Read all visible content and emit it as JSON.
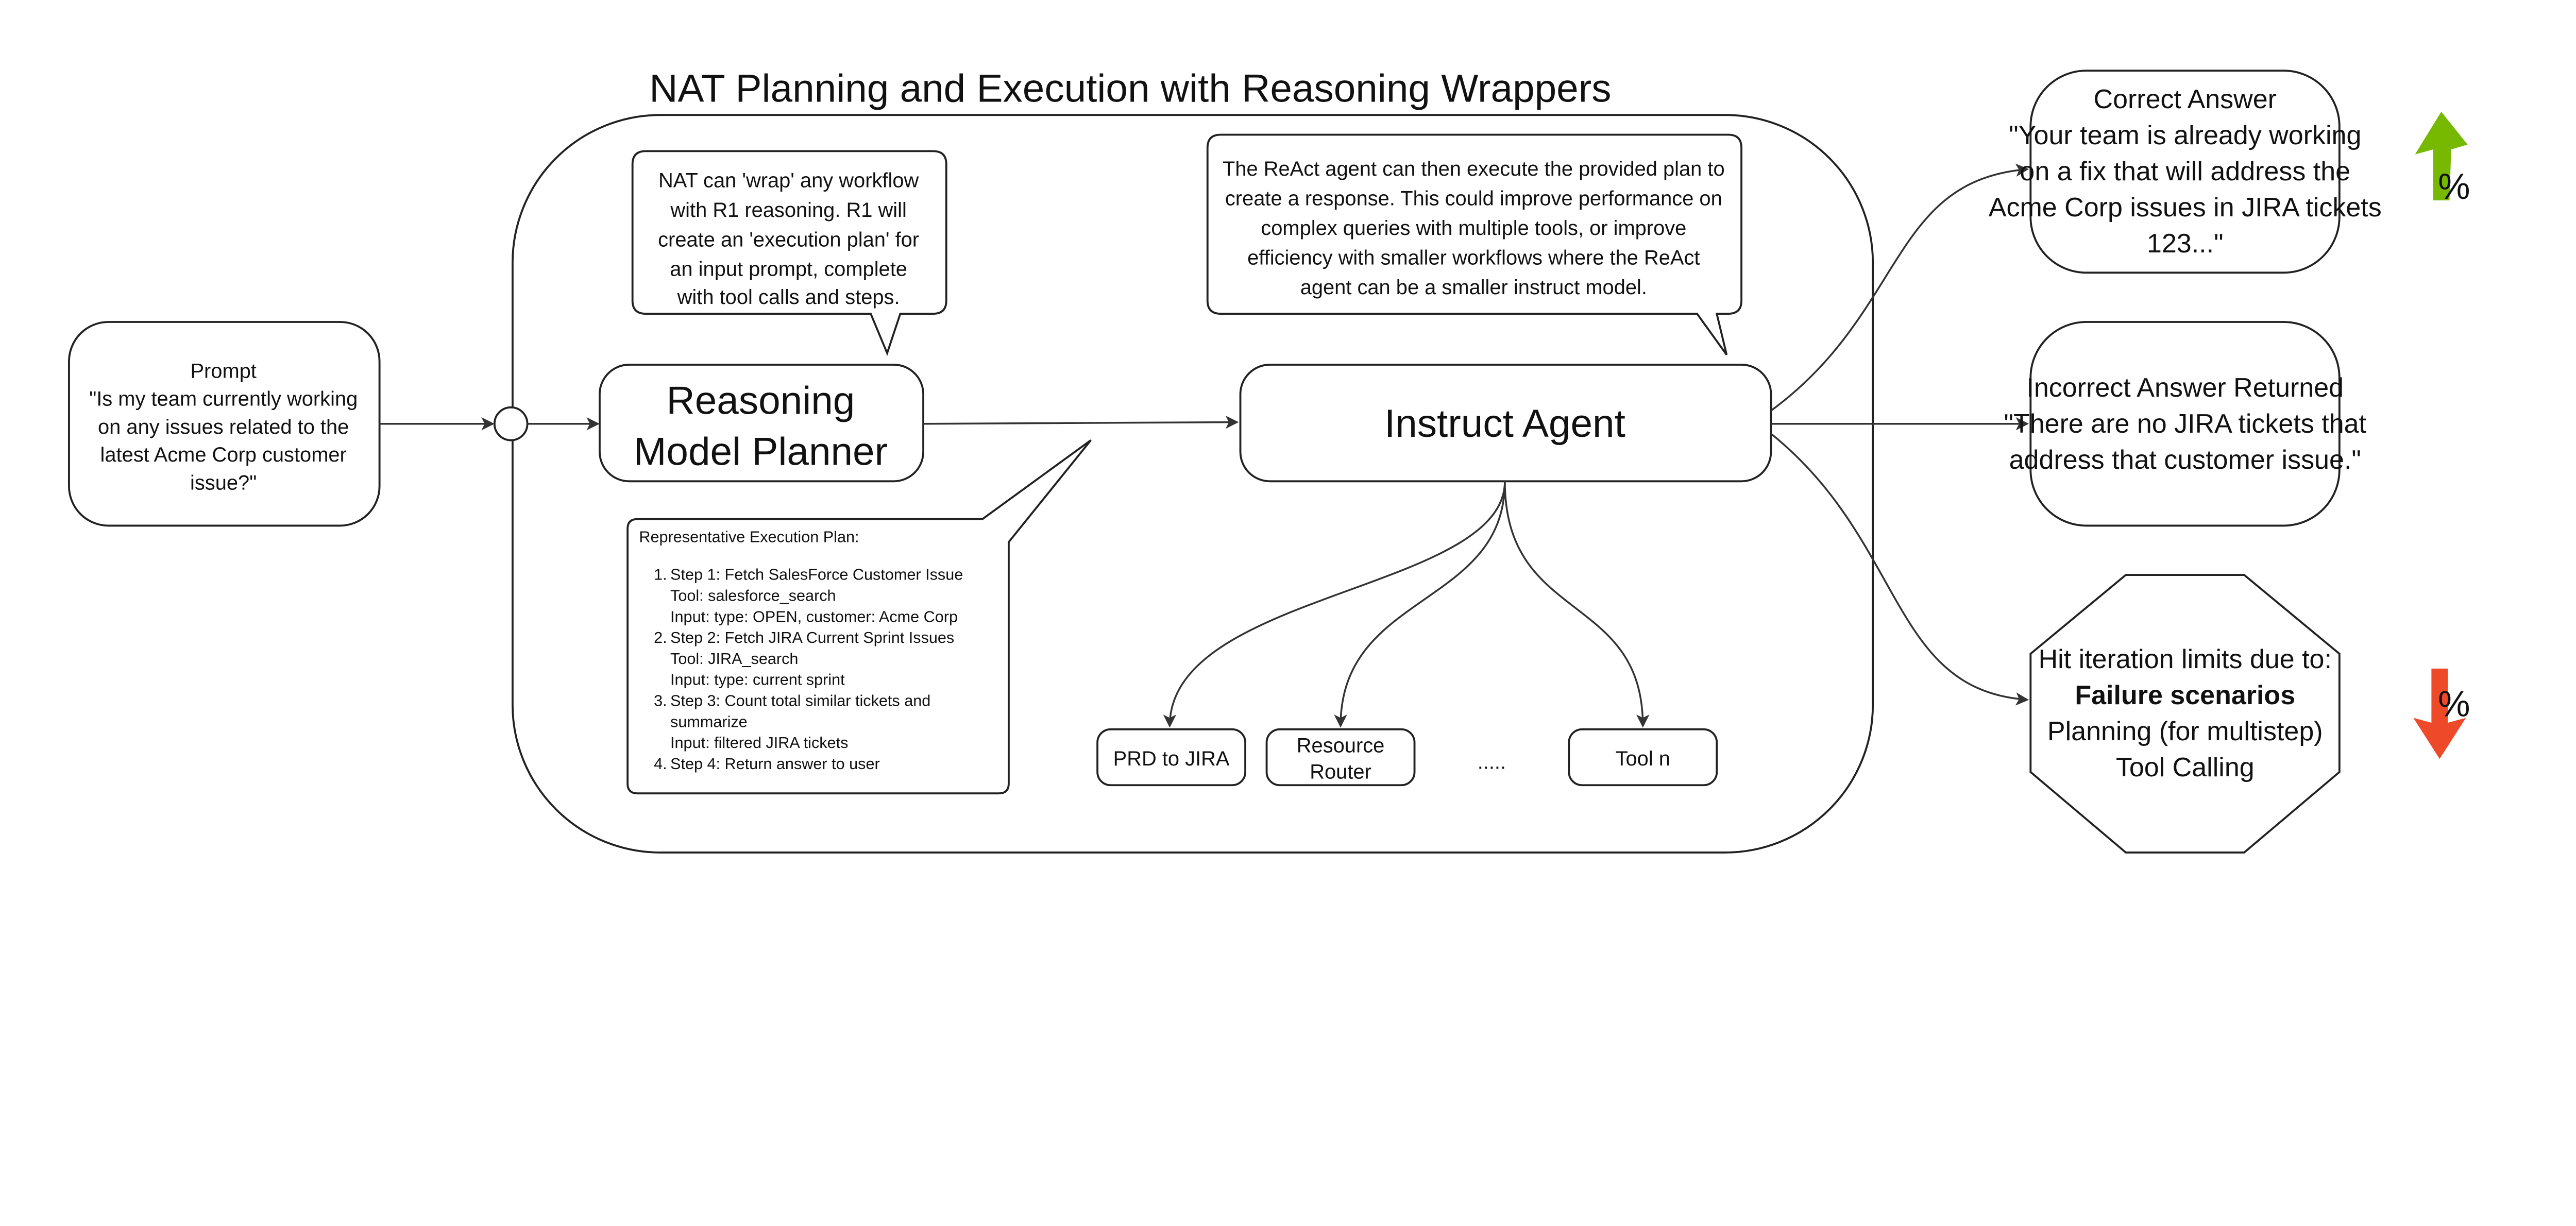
{
  "title": "NAT Planning and Execution with Reasoning Wrappers",
  "prompt": {
    "lines": [
      "Prompt",
      "\"Is my team currently working",
      "on any issues related to the",
      "latest Acme Corp customer",
      "issue?\""
    ]
  },
  "planner": {
    "lines": [
      "Reasoning",
      "Model Planner"
    ]
  },
  "planner_callout": {
    "lines": [
      "NAT can 'wrap' any workflow",
      "with R1 reasoning. R1 will",
      "create an 'execution plan' for",
      "an input prompt, complete",
      "with tool calls and steps."
    ]
  },
  "agent": {
    "label": "Instruct Agent"
  },
  "agent_callout": {
    "lines": [
      "The ReAct agent can then execute the provided plan to",
      "create a response. This could improve performance on",
      "complex queries with multiple tools, or improve",
      "efficiency with smaller workflows where the ReAct",
      "agent can be a smaller instruct model."
    ]
  },
  "execution_plan": {
    "heading": "Representative Execution Plan:",
    "lines": [
      {
        "num": "1.",
        "text": "Step 1: Fetch SalesForce Customer Issue"
      },
      {
        "num": "",
        "text": "Tool: salesforce_search"
      },
      {
        "num": "",
        "text": "Input: type: OPEN, customer: Acme Corp"
      },
      {
        "num": "2.",
        "text": "Step 2: Fetch JIRA Current Sprint Issues"
      },
      {
        "num": "",
        "text": "Tool: JIRA_search"
      },
      {
        "num": "",
        "text": "Input: type: current sprint"
      },
      {
        "num": "3.",
        "text": "Step 3: Count total similar tickets and"
      },
      {
        "num": "",
        "text": "summarize"
      },
      {
        "num": "",
        "text": "Input: filtered JIRA tickets"
      },
      {
        "num": "4.",
        "text": "Step 4: Return answer to user"
      }
    ]
  },
  "tools": [
    {
      "lines": [
        "PRD to JIRA"
      ]
    },
    {
      "lines": [
        "Resource",
        "Router"
      ]
    },
    {
      "lines": [
        "Tool n"
      ]
    }
  ],
  "tools_ellipsis": ".....",
  "outcomes": {
    "correct": {
      "lines": [
        "Correct Answer",
        "\"Your team is already working",
        "on a fix that will address the",
        "Acme Corp issues in JIRA tickets",
        "123...\""
      ]
    },
    "incorrect": {
      "lines": [
        "Incorrect Answer Returned",
        "\"There are no JIRA tickets that",
        "address that customer issue.\""
      ]
    },
    "failure": {
      "lines": [
        "Hit iteration limits due to:",
        "Failure scenarios",
        "Planning (for multistep)",
        "Tool Calling"
      ]
    }
  },
  "indicators": {
    "up": {
      "icon": "arrow-up-icon",
      "label": "%",
      "color": "#76b900"
    },
    "down": {
      "icon": "arrow-down-icon",
      "label": "%",
      "color": "#ee4a2a"
    }
  }
}
